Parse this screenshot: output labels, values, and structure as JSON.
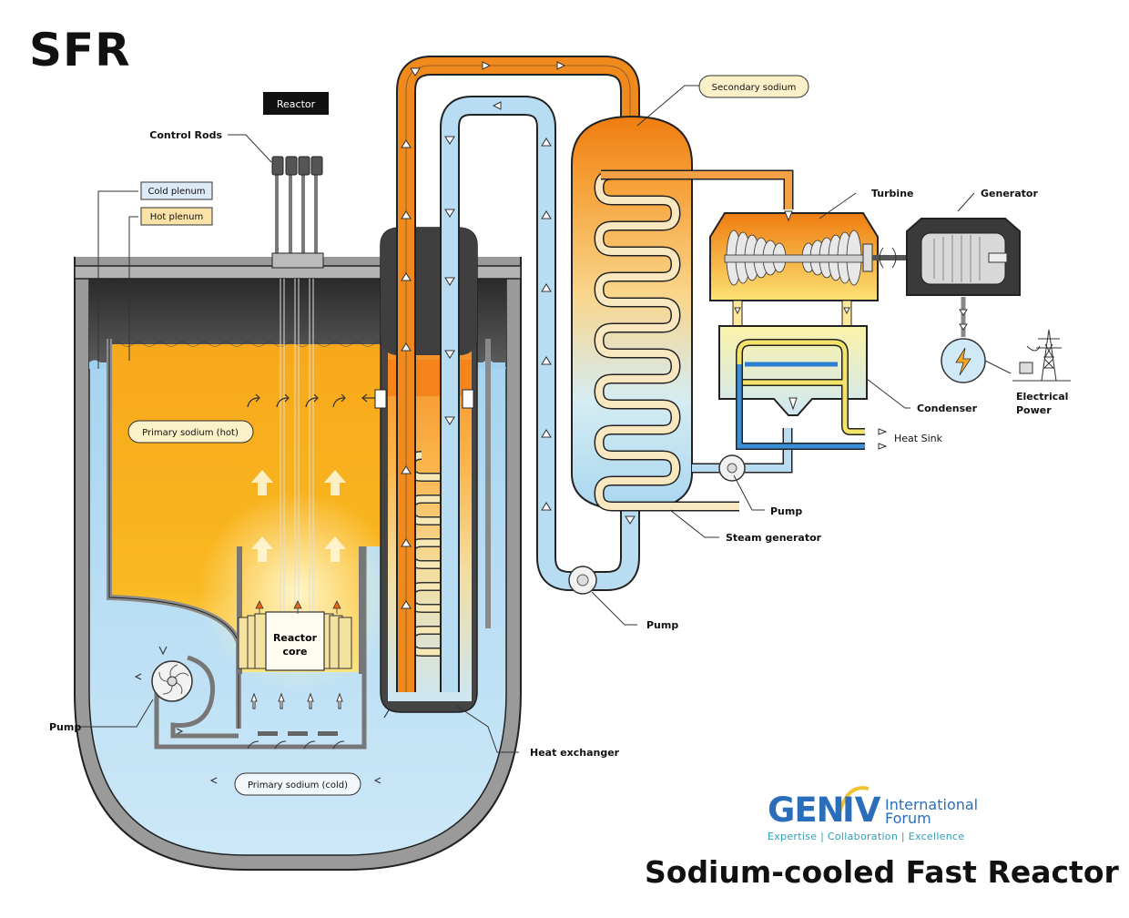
{
  "title": "SFR",
  "subtitle": "Sodium-cooled Fast Reactor",
  "labels": {
    "reactor": "Reactor",
    "control_rods": "Control Rods",
    "cold_plenum": "Cold plenum",
    "hot_plenum": "Hot plenum",
    "primary_hot": "Primary sodium (hot)",
    "primary_cold": "Primary sodium (cold)",
    "reactor_core_1": "Reactor",
    "reactor_core_2": "core",
    "pump_left": "Pump",
    "heat_exchanger": "Heat exchanger",
    "pump_mid": "Pump",
    "secondary_sodium": "Secondary sodium",
    "steam_generator": "Steam generator",
    "pump_right": "Pump",
    "turbine": "Turbine",
    "generator": "Generator",
    "condenser": "Condenser",
    "heat_sink": "Heat Sink",
    "electrical_1": "Electrical",
    "electrical_2": "Power"
  },
  "logo": {
    "gen": "GEN",
    "iv": "IV",
    "org_line1": "International",
    "org_line2": "Forum",
    "tagline": "Expertise | Collaboration | Excellence"
  },
  "colors": {
    "hot_sodium": "#f5a623",
    "cold_sodium": "#a8d4ee",
    "secondary_hot": "#f08a1c",
    "secondary_cold": "#b8dcf2",
    "vessel_wall": "#8c8c8c",
    "argon_gas": "#3d3d3d",
    "brand_blue": "#2a6ebb"
  },
  "icons": [
    "lightning-icon",
    "transmission-tower-icon",
    "flow-arrow-icon",
    "impeller-icon"
  ]
}
